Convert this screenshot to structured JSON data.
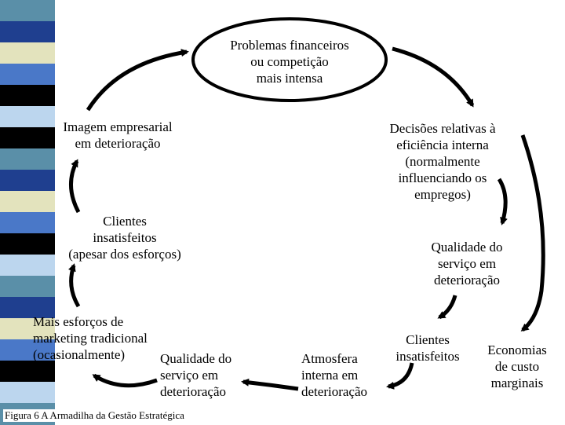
{
  "strip_colors": [
    "#5a8fa8",
    "#1f3f8f",
    "#e3e3bd",
    "#4a78c8",
    "#000000",
    "#bcd6ee",
    "#000000",
    "#5a8fa8",
    "#1f3f8f",
    "#e3e3bd",
    "#4a78c8",
    "#000000",
    "#bcd6ee",
    "#5a8fa8",
    "#1f3f8f",
    "#e3e3bd",
    "#4a78c8",
    "#000000",
    "#bcd6ee",
    "#5a8fa8"
  ],
  "nodes": {
    "problemas": "Problemas financeiros\nou competição\nmais intensa",
    "decisoes": "Decisões relativas à\neficiência interna\n(normalmente\ninfluenciando os\nempregos)",
    "qualidade_direita": "Qualidade do\nserviço em\ndeterioração",
    "clientes_direita": "Clientes\ninsatisfeitos",
    "economias": "Economias\nde custo\nmarginais",
    "atmosfera": "Atmosfera\ninterna em\ndeterioração",
    "qualidade_esquerda": "Qualidade do\nserviço em\ndeterioração",
    "mais_esforcos": "Mais esforços de\nmarketing tradicional\n(ocasionalmente)",
    "clientes_esquerda": "Clientes\ninsatisfeitos\n(apesar dos esforços)",
    "imagem": "Imagem empresarial\nem deterioração"
  },
  "caption": "Figura 6 A Armadilha da Gestão Estratégica"
}
